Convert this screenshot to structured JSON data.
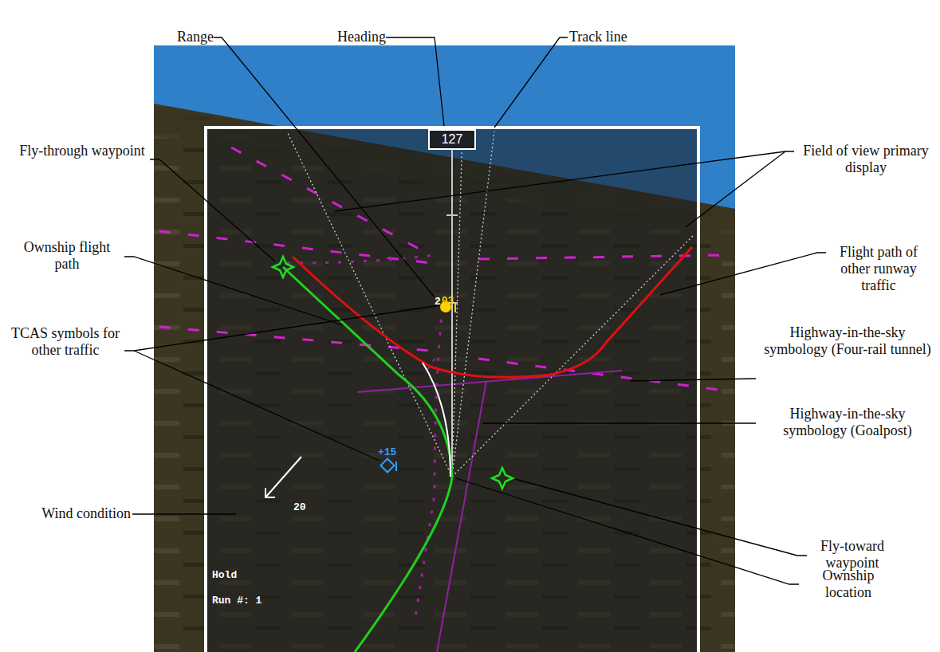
{
  "diagram": {
    "nodes": [
      {
        "text": [
          "127"
        ]
      }
    ],
    "labels": [
      "Range",
      "Heading",
      "Track line",
      "Fly-through waypoint",
      "Field of view primary display",
      "Ownship flight path",
      "Flight path of other runway traffic",
      "TCAS symbols for other traffic",
      "Highway-in-the-sky symbology (Four-rail tunnel)",
      "Highway-in-the-sky symbology (Goalpost)",
      "Wind condition",
      "Fly-toward waypoint",
      "Ownship location",
      "2",
      "-03",
      "+15",
      "20",
      "Hold",
      "Run #: 1"
    ]
  }
}
